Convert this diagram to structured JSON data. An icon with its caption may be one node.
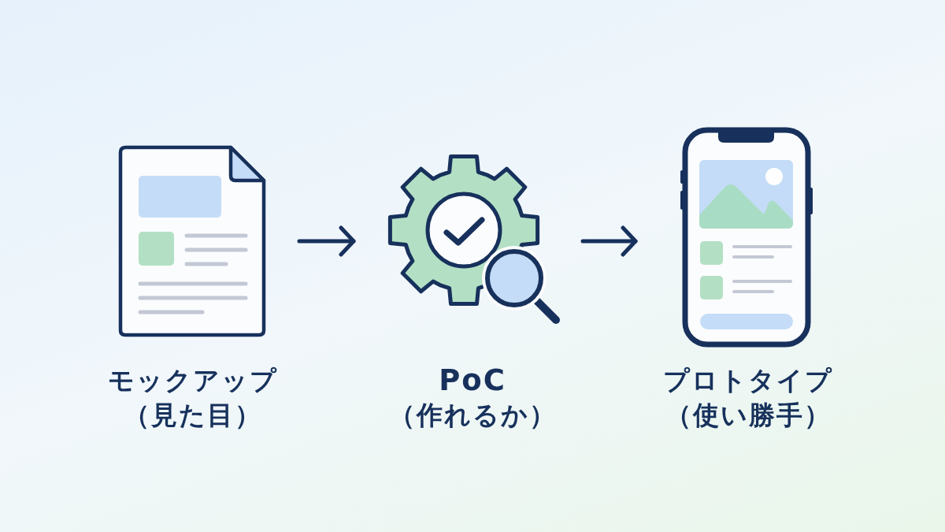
{
  "diagram": {
    "nodes": [
      {
        "text": [
          "モックアップ",
          "（見た目）"
        ]
      },
      {
        "text": [
          "PoC",
          "（作れるか）"
        ]
      },
      {
        "text": [
          "プロトタイプ",
          "（使い勝手）"
        ]
      }
    ],
    "edges": [
      {
        "from": 0,
        "to": 1,
        "arrow": "to"
      },
      {
        "from": 1,
        "to": 2,
        "arrow": "to"
      }
    ]
  }
}
